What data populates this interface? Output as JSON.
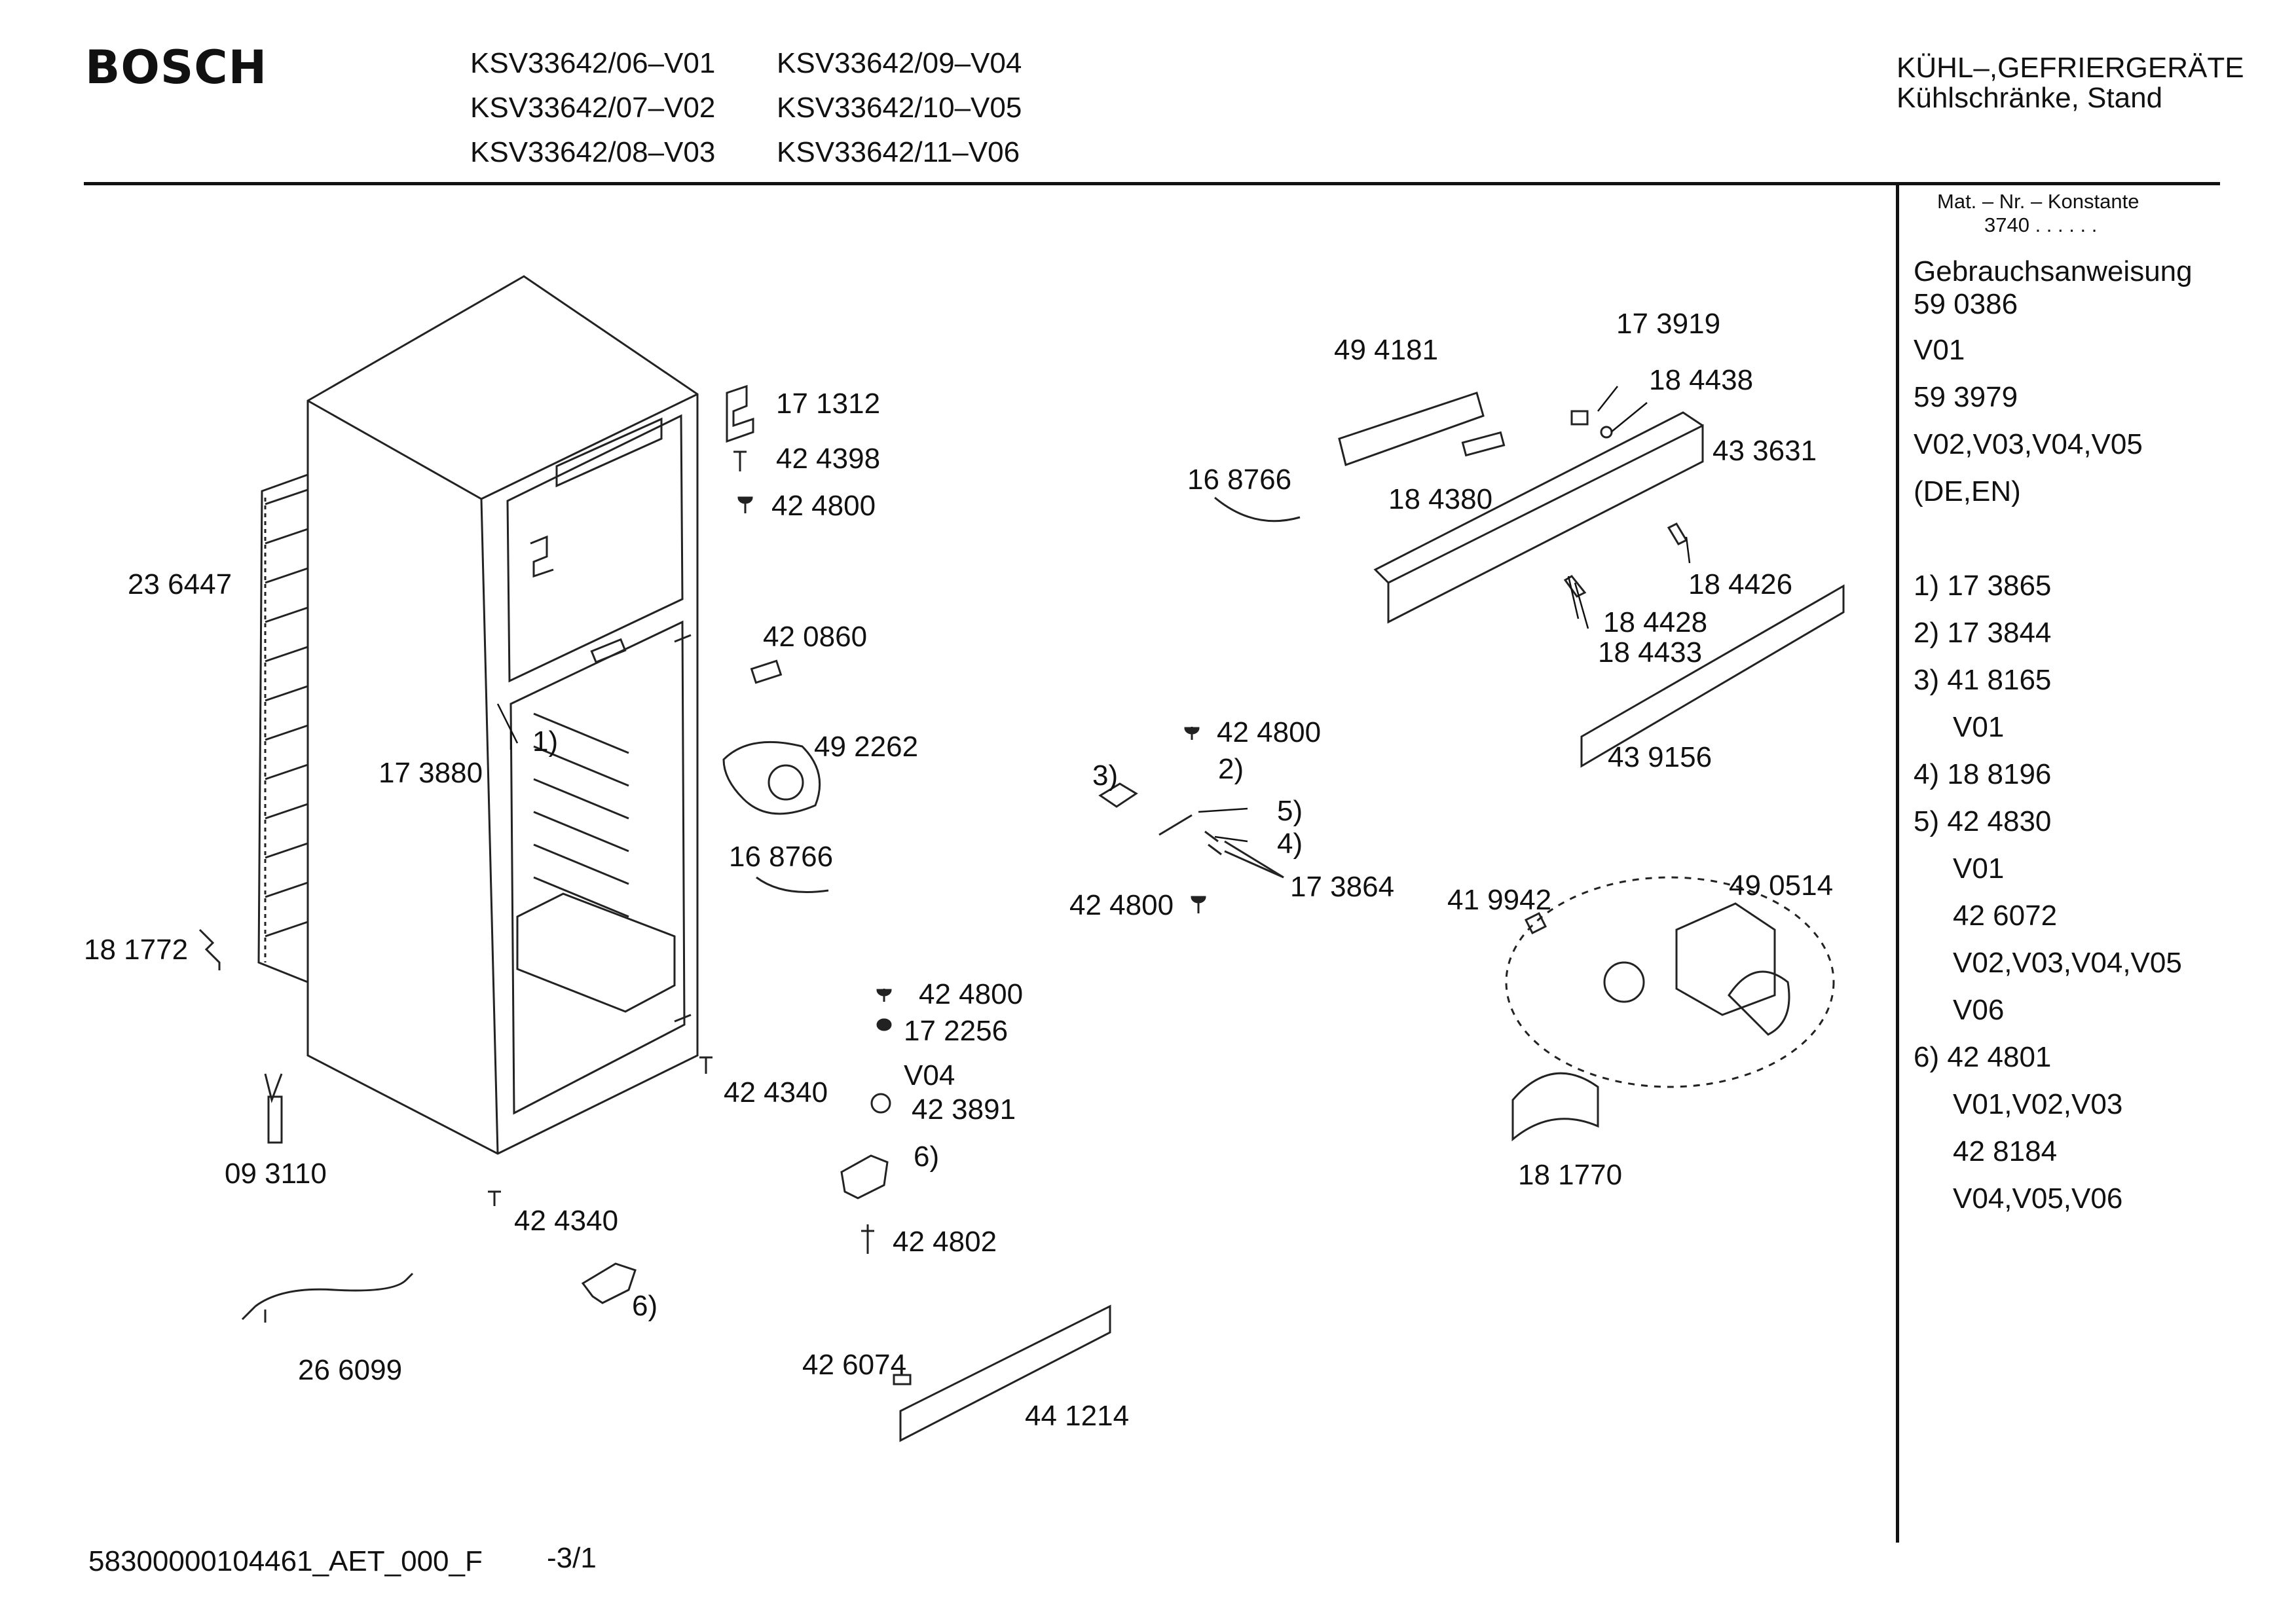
{
  "header": {
    "brand": "BOSCH",
    "models": [
      "KSV33642/06–V01",
      "KSV33642/09–V04",
      "KSV33642/07–V02",
      "KSV33642/10–V05",
      "KSV33642/08–V03",
      "KSV33642/11–V06"
    ],
    "category_line1": "KÜHL–,GEFRIERGERÄTE",
    "category_line2": "Kühlschränke, Stand"
  },
  "sidebar": {
    "const_title": "Mat. – Nr. – Konstante",
    "const_value": "3740 . . . . . .",
    "lines": [
      "Gebrauchsanweisung",
      "59 0386",
      "V01",
      "59 3979",
      "V02,V03,V04,V05",
      "(DE,EN)",
      "1) 17 3865",
      "2) 17 3844",
      "3) 41 8165",
      "V01",
      "4) 18 8196",
      "5) 42 4830",
      "V01",
      "42 6072",
      "V02,V03,V04,V05",
      "V06",
      "6) 42 4801",
      "V01,V02,V03",
      "42 8184",
      "V04,V05,V06"
    ]
  },
  "parts": [
    "17 1312",
    "42 4398",
    "42 4800",
    "23 6447",
    "42 0860",
    "17 3880",
    "1)",
    "49 2262",
    "16 8766",
    "18 1772",
    "42 4800",
    "17 2256",
    "V04",
    "42 3891",
    "6)",
    "42 4340",
    "09 3110",
    "42 4340",
    "42 4802",
    "6)",
    "26 6099",
    "42 6074",
    "44 1214",
    "49 4181",
    "17 3919",
    "18 4438",
    "16 8766",
    "18 4380",
    "43 3631",
    "18 4426",
    "18 4428",
    "18 4433",
    "43 9156",
    "42 4800",
    "2)",
    "3)",
    "5)",
    "4)",
    "42 4800",
    "17 3864",
    "41 9942",
    "49 0514",
    "18 1770"
  ],
  "footer": {
    "doc_id": "58300000104461_AET_000_F",
    "page": "-3/1"
  }
}
